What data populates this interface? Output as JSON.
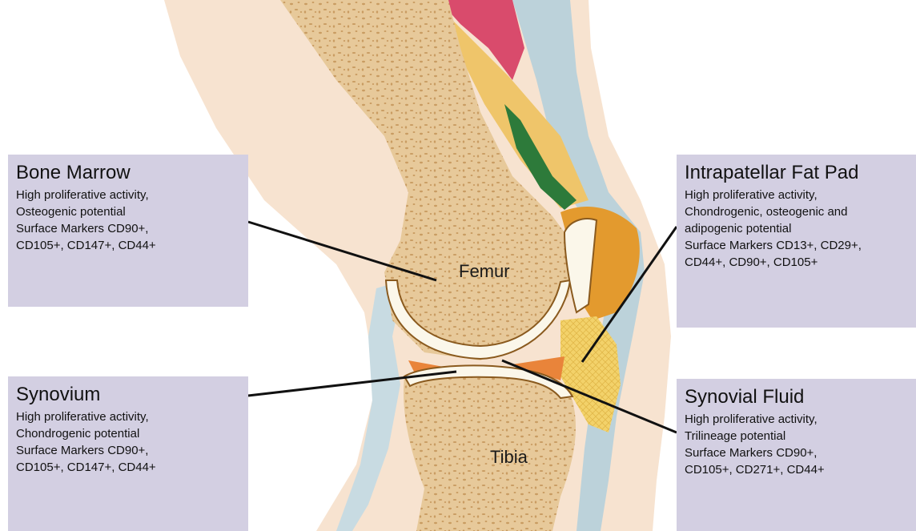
{
  "colors": {
    "callout_bg": "#d3cfe2",
    "skin": "#f7e3d0",
    "bone": "#e7c99a",
    "cartilage": "#fbf7ea",
    "fat_pad": "#f2d060",
    "muscle": "#d94b6c",
    "ligament": "#bcd2da"
  },
  "bones": {
    "femur": "Femur",
    "tibia": "Tibia"
  },
  "callouts": {
    "bone_marrow": {
      "title": "Bone Marrow",
      "lines": [
        "High proliferative activity,",
        "Osteogenic potential",
        "Surface Markers CD90+,",
        "CD105+, CD147+, CD44+"
      ]
    },
    "fat_pad": {
      "title": "Intrapatellar Fat Pad",
      "lines": [
        "High proliferative activity,",
        "Chondrogenic, osteogenic and",
        "adipogenic potential",
        "Surface Markers CD13+, CD29+,",
        "CD44+, CD90+, CD105+"
      ]
    },
    "synovium": {
      "title": "Synovium",
      "lines": [
        "High proliferative activity,",
        "Chondrogenic potential",
        "Surface Markers CD90+,",
        "CD105+, CD147+, CD44+"
      ]
    },
    "synovial_fluid": {
      "title": "Synovial Fluid",
      "lines": [
        "High proliferative activity,",
        "Trilineage potential",
        "Surface Markers CD90+,",
        "CD105+, CD271+, CD44+"
      ]
    }
  }
}
